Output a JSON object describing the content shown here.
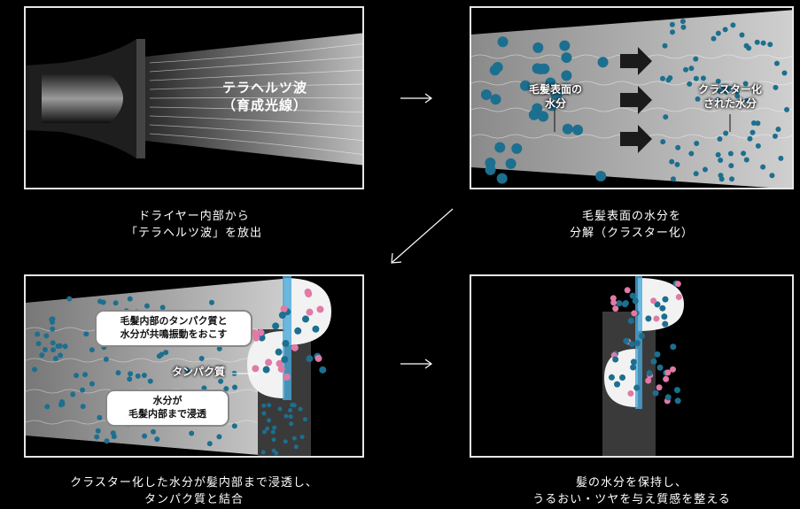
{
  "panel1": {
    "wave_label_line1": "テラヘルツ波",
    "wave_label_line2": "（育成光線）",
    "caption_line1": "ドライヤー内部から",
    "caption_line2": "「テラヘルツ波」を放出"
  },
  "panel2": {
    "left_label_line1": "毛髪表面の",
    "left_label_line2": "水分",
    "right_label_line1": "クラスター化",
    "right_label_line2": "された水分",
    "caption_line1": "毛髪表面の水分を",
    "caption_line2": "分解（クラスター化）"
  },
  "panel3": {
    "bubble1_line1": "毛髪内部のタンパク質と",
    "bubble1_line2": "水分が共鳴振動をおこす",
    "protein_label": "タンパク質",
    "bubble2_line1": "水分が",
    "bubble2_line2": "毛髪内部まで浸透",
    "caption_line1": "クラスター化した水分が髪内部まで浸透し、",
    "caption_line2": "タンパク質と結合"
  },
  "panel4": {
    "caption_line1": "髪の水分を保持し、",
    "caption_line2": "うるおい・ツヤを与え質感を整える"
  },
  "colors": {
    "water_dot": "#1c6f8f",
    "protein_dot": "#e07aa6",
    "panel_border": "#e6e6e6",
    "hair_strand": "#3a3a3a"
  }
}
